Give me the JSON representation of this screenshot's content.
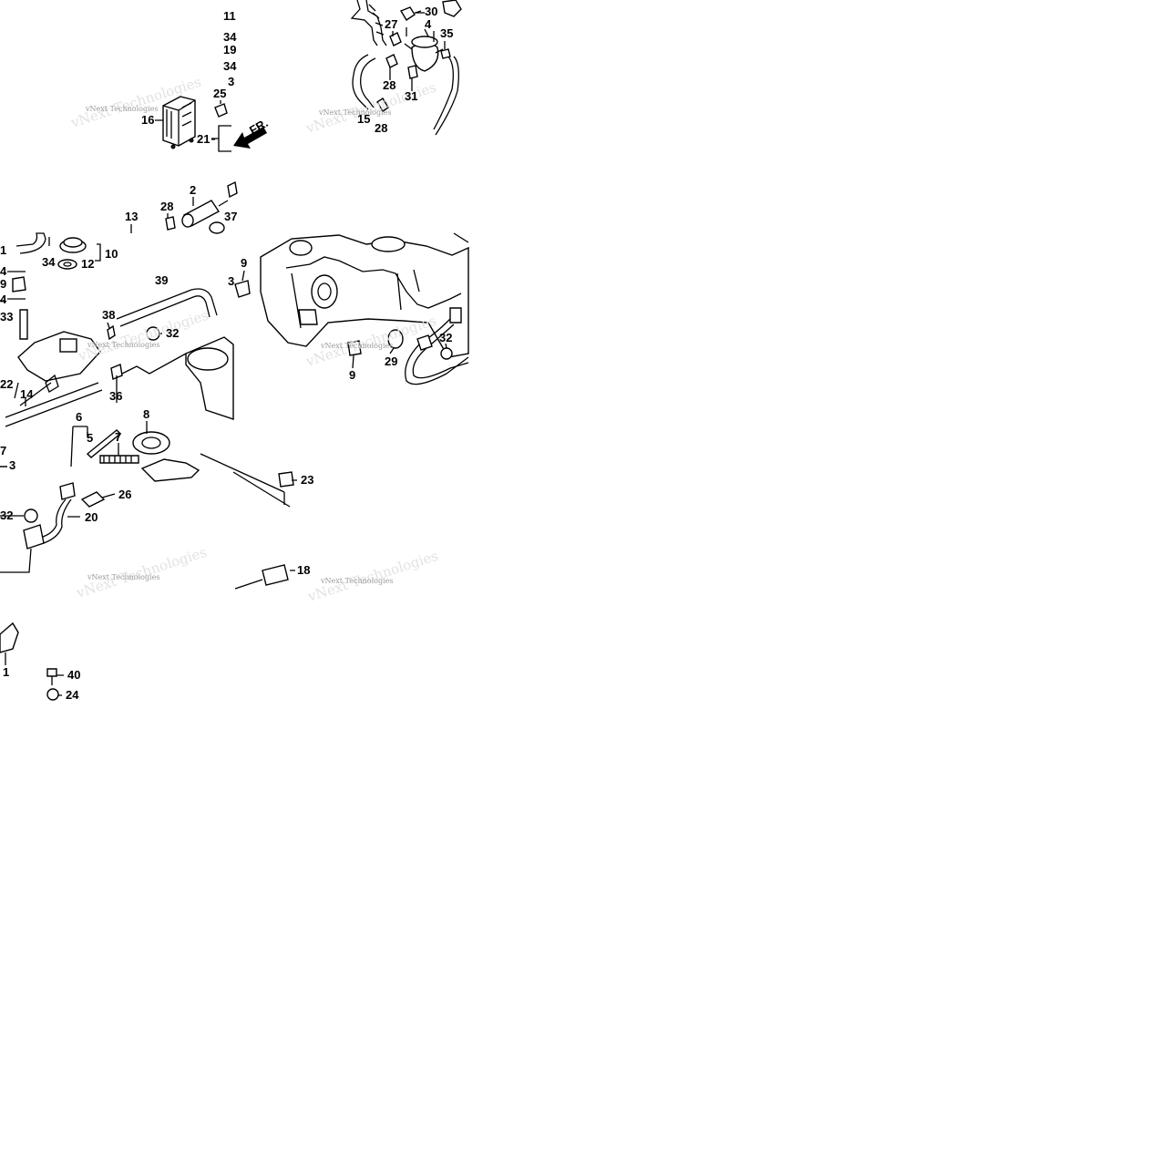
{
  "diagram": {
    "fr_label": "FR.",
    "watermark": "vNext Technologies",
    "callouts": [
      {
        "id": "c11a",
        "text": "11"
      },
      {
        "id": "c34a",
        "text": "34"
      },
      {
        "id": "c19a",
        "text": "19"
      },
      {
        "id": "c34b",
        "text": "34"
      },
      {
        "id": "c3a",
        "text": "3"
      },
      {
        "id": "c25",
        "text": "25"
      },
      {
        "id": "c16",
        "text": "16"
      },
      {
        "id": "c21",
        "text": "21"
      },
      {
        "id": "c30",
        "text": "30"
      },
      {
        "id": "c27",
        "text": "27"
      },
      {
        "id": "c4",
        "text": "4"
      },
      {
        "id": "c35",
        "text": "35"
      },
      {
        "id": "c28a",
        "text": "28"
      },
      {
        "id": "c31",
        "text": "31"
      },
      {
        "id": "c15",
        "text": "15"
      },
      {
        "id": "c28b",
        "text": "28"
      },
      {
        "id": "c2",
        "text": "2"
      },
      {
        "id": "c28c",
        "text": "28"
      },
      {
        "id": "c13",
        "text": "13"
      },
      {
        "id": "c37",
        "text": "37"
      },
      {
        "id": "c9a",
        "text": "9"
      },
      {
        "id": "c3b",
        "text": "3"
      },
      {
        "id": "c11b",
        "text": "1"
      },
      {
        "id": "c34c",
        "text": "34"
      },
      {
        "id": "c12",
        "text": "12"
      },
      {
        "id": "c10",
        "text": "10"
      },
      {
        "id": "c4b",
        "text": "4"
      },
      {
        "id": "c9b",
        "text": "9"
      },
      {
        "id": "c4c",
        "text": "4"
      },
      {
        "id": "c33",
        "text": "33"
      },
      {
        "id": "c39",
        "text": "39"
      },
      {
        "id": "c38",
        "text": "38"
      },
      {
        "id": "c32a",
        "text": "32"
      },
      {
        "id": "c22",
        "text": "22"
      },
      {
        "id": "c14",
        "text": "14"
      },
      {
        "id": "c36",
        "text": "36"
      },
      {
        "id": "c17",
        "text": "7"
      },
      {
        "id": "c6",
        "text": "6"
      },
      {
        "id": "c5",
        "text": "5"
      },
      {
        "id": "c7",
        "text": "7"
      },
      {
        "id": "c8",
        "text": "8"
      },
      {
        "id": "c3c",
        "text": "3"
      },
      {
        "id": "c9c",
        "text": "9"
      },
      {
        "id": "c29",
        "text": "29"
      },
      {
        "id": "c32b",
        "text": "32"
      },
      {
        "id": "c23",
        "text": "23"
      },
      {
        "id": "c26",
        "text": "26"
      },
      {
        "id": "c32c",
        "text": "32"
      },
      {
        "id": "c20",
        "text": "20"
      },
      {
        "id": "c18",
        "text": "18"
      },
      {
        "id": "c1",
        "text": "1"
      },
      {
        "id": "c40",
        "text": "40"
      },
      {
        "id": "c24",
        "text": "24"
      }
    ]
  }
}
